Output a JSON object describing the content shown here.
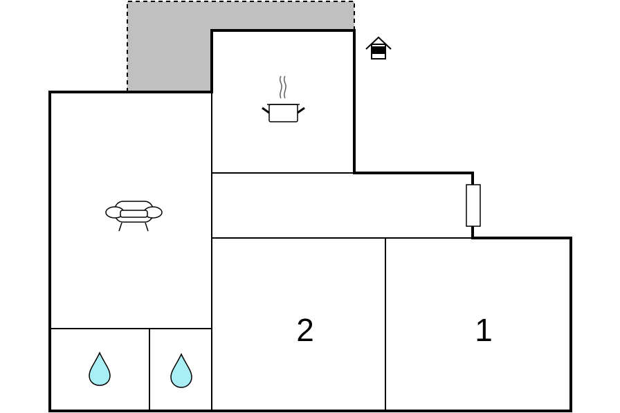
{
  "floorplan": {
    "rooms": [
      {
        "id": "living-room",
        "icon": "armchair-icon"
      },
      {
        "id": "kitchen",
        "icon": "cooking-pot-icon"
      },
      {
        "id": "hallway",
        "icon": ""
      },
      {
        "id": "bedroom-2",
        "label": "2"
      },
      {
        "id": "bedroom-1",
        "label": "1"
      },
      {
        "id": "bathroom-left",
        "icon": "water-drop-icon"
      },
      {
        "id": "bathroom-right",
        "icon": "water-drop-icon"
      }
    ],
    "terrace": {
      "icon": "",
      "style": "dashed-gray"
    },
    "entrance_icon": "house-entrance-icon",
    "window_icon": "window-icon",
    "colors": {
      "wall": "#000000",
      "terrace_fill": "#c0c0c0",
      "water_drop": "#a8eef4",
      "background": "#ffffff"
    }
  }
}
